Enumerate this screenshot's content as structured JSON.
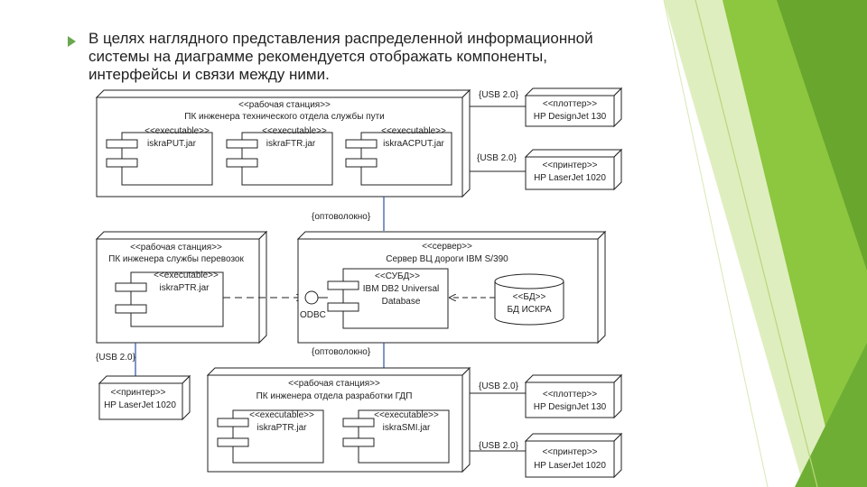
{
  "colors": {
    "accent_green": "#8dc63f",
    "light_green": "#c5e08a",
    "dark_green": "#5e9b2a",
    "line_blue": "#2b4fa3",
    "text": "#222222"
  },
  "bullet_icon": "triangle-bullet-icon",
  "paragraph": {
    "line1": "В целях наглядного представления распределенной информационной",
    "line2": "системы на диаграмме рекомендуется отображать компоненты,",
    "line3": "интерфейсы и связи между ними."
  },
  "diagram": {
    "ws1": {
      "stereotype": "<<рабочая станция>>",
      "name": "ПК инженера технического отдела службы пути",
      "components": [
        {
          "stereotype": "<<executable>>",
          "name": "iskraPUT.jar"
        },
        {
          "stereotype": "<<executable>>",
          "name": "iskraFTR.jar"
        },
        {
          "stereotype": "<<executable>>",
          "name": "iskraACPUT.jar"
        }
      ]
    },
    "plotter1": {
      "stereotype": "<<плоттер>>",
      "name": "HP DesignJet 130"
    },
    "printer1": {
      "stereotype": "<<принтер>>",
      "name": "HP LaserJet 1020"
    },
    "usb_label_1": "{USB 2.0}",
    "usb_label_2": "{USB 2.0}",
    "fiber_label_1": "{оптоволокно}",
    "ws2": {
      "stereotype": "<<рабочая станция>>",
      "name": "ПК инженера службы перевозок",
      "component": {
        "stereotype": "<<executable>>",
        "name": "iskraPTR.jar"
      }
    },
    "server": {
      "stereotype": "<<сервер>>",
      "name": "Сервер ВЦ дороги IBM S/390",
      "dbms": {
        "stereotype": "<<СУБД>>",
        "name_line1": "IBM DB2 Universal",
        "name_line2": "Database"
      },
      "db": {
        "stereotype": "<<БД>>",
        "name": "БД ИСКРА"
      },
      "interface": "ODBC"
    },
    "fiber_label_2": "{оптоволокно}",
    "usb_label_3": "{USB 2.0}",
    "printer2": {
      "stereotype": "<<принтер>>",
      "name": "HP LaserJet 1020"
    },
    "ws3": {
      "stereotype": "<<рабочая станция>>",
      "name": "ПК инженера отдела разработки ГДП",
      "components": [
        {
          "stereotype": "<<executable>>",
          "name": "iskraPTR.jar"
        },
        {
          "stereotype": "<<executable>>",
          "name": "iskraSMI.jar"
        }
      ]
    },
    "usb_label_4": "{USB 2.0}",
    "usb_label_5": "{USB 2.0}",
    "plotter2": {
      "stereotype": "<<плоттер>>",
      "name": "HP DesignJet 130"
    },
    "printer3": {
      "stereotype": "<<принтер>>",
      "name": "HP LaserJet 1020"
    }
  }
}
